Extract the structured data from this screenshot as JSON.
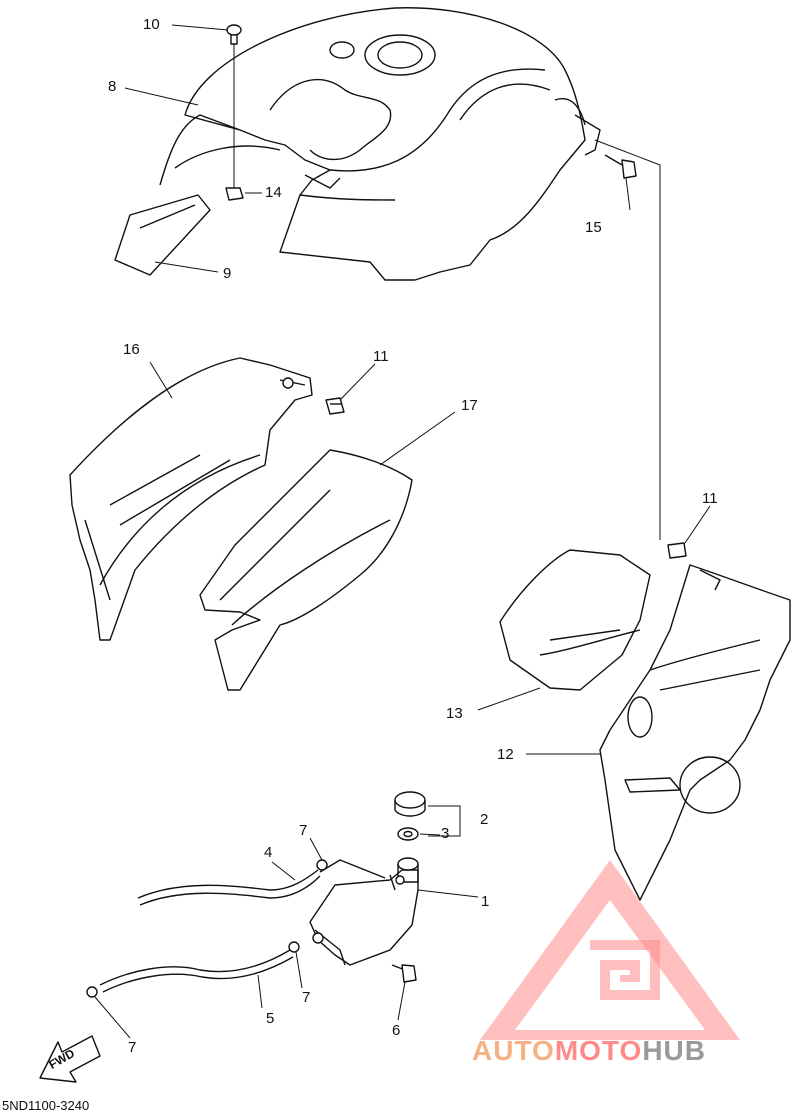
{
  "diagram_code": "5ND1100-3240",
  "direction_marker": "FWD",
  "watermark": {
    "part1": "AUTO",
    "part2": "MOTO",
    "part3": "HUB",
    "colors": {
      "part1": "#f4b183",
      "part2": "#ff8a8a",
      "part3": "#9a9a9a",
      "logo": "#ff8a8a"
    }
  },
  "callouts": [
    "1",
    "2",
    "3",
    "4",
    "5",
    "6",
    "7",
    "7",
    "7",
    "8",
    "9",
    "10",
    "11",
    "11",
    "12",
    "13",
    "14",
    "15",
    "16",
    "17"
  ]
}
